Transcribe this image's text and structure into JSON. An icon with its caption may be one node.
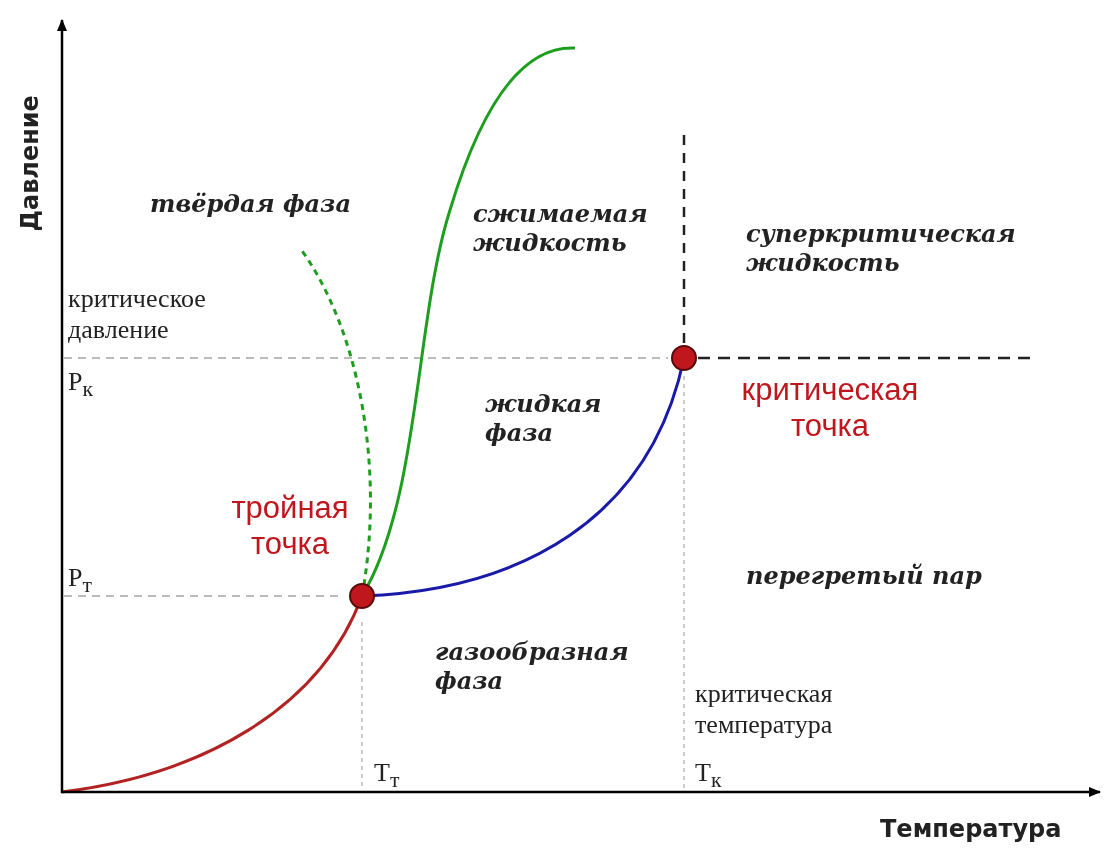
{
  "diagram": {
    "labels": [
      "Давление",
      "твёрдая фаза",
      "сжимаемая жидкость",
      "суперкритическая жидкость",
      "критическое давление",
      "P$_{к}$",
      "критическая точка",
      "жидкая фаза",
      "тройная точка",
      "P$_{т}$",
      "перегретый пар",
      "газообразная фаза",
      "критическая температура",
      "T$_{т}$",
      "T$_{к}$",
      "Температура"
    ]
  }
}
